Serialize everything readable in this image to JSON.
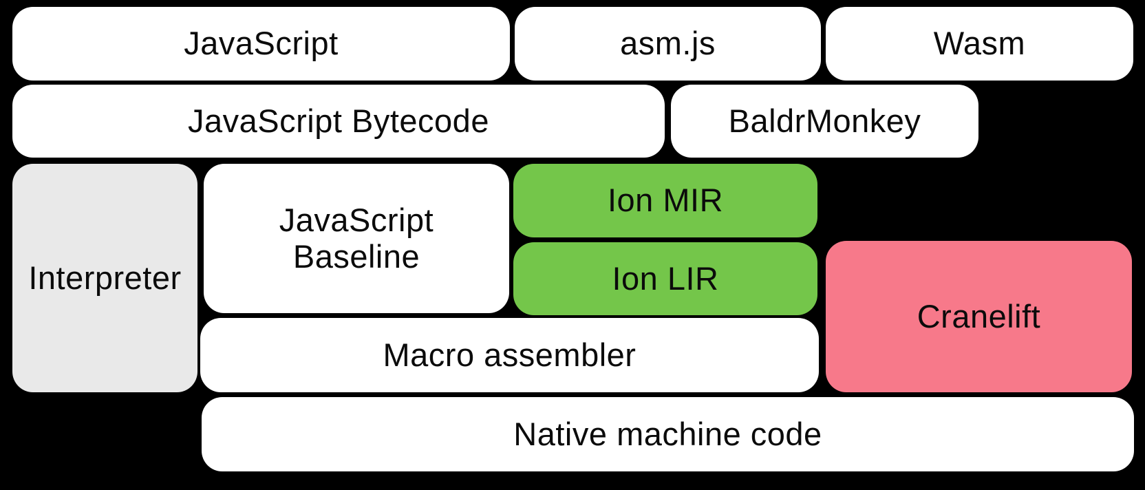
{
  "diagram": {
    "background_color": "#000000",
    "text_color": "#0b0b0b",
    "colors": {
      "box_default": "#FFFFFF",
      "interpreter_gray": "#E9E9E9",
      "ion_green": "#74C64A",
      "cranelift_pink": "#F7798A"
    },
    "boxes": {
      "javascript": {
        "label": "JavaScript",
        "color": "#FFFFFF"
      },
      "asmjs": {
        "label": "asm.js",
        "color": "#FFFFFF"
      },
      "wasm": {
        "label": "Wasm",
        "color": "#FFFFFF"
      },
      "bytecode": {
        "label": "JavaScript Bytecode",
        "color": "#FFFFFF"
      },
      "baldrmonkey": {
        "label": "BaldrMonkey",
        "color": "#FFFFFF"
      },
      "interpreter": {
        "label": "Interpreter",
        "color": "#E9E9E9"
      },
      "baseline": {
        "label": "JavaScript Baseline",
        "color": "#FFFFFF"
      },
      "ion_mir": {
        "label": "Ion MIR",
        "color": "#74C64A"
      },
      "ion_lir": {
        "label": "Ion LIR",
        "color": "#74C64A"
      },
      "cranelift": {
        "label": "Cranelift",
        "color": "#F7798A"
      },
      "macro_assembler": {
        "label": "Macro assembler",
        "color": "#FFFFFF"
      },
      "native": {
        "label": "Native machine code",
        "color": "#FFFFFF"
      }
    }
  }
}
